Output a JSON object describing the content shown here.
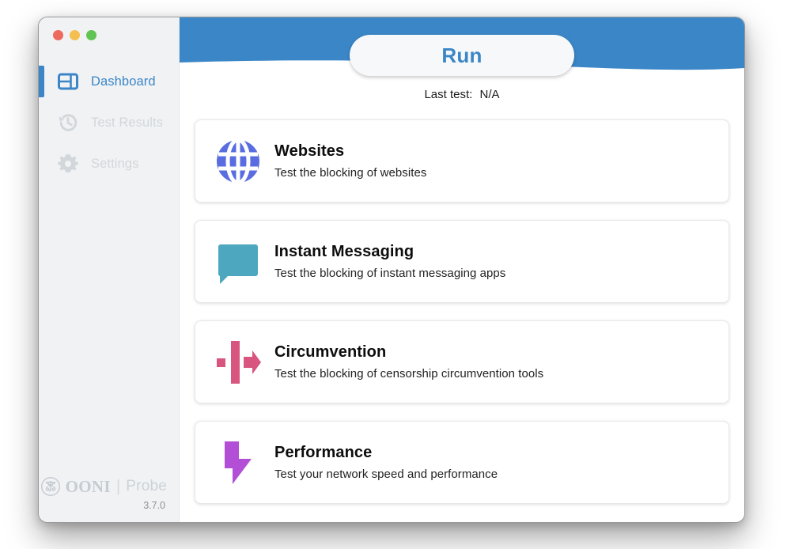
{
  "window": {
    "traffic_lights": [
      {
        "name": "close",
        "color": "#ed6a5e"
      },
      {
        "name": "minimize",
        "color": "#f4bf4f"
      },
      {
        "name": "zoom",
        "color": "#61c454"
      }
    ]
  },
  "sidebar": {
    "items": [
      {
        "label": "Dashboard",
        "icon": "dashboard-icon",
        "active": true
      },
      {
        "label": "Test Results",
        "icon": "history-clock-icon",
        "active": false
      },
      {
        "label": "Settings",
        "icon": "gear-icon",
        "active": false
      }
    ],
    "footer": {
      "logo_icon": "ooni-octopus-icon",
      "brand": "OONI",
      "separator": "|",
      "product": "Probe",
      "version": "3.7.0"
    },
    "active_color": "#3b86c7",
    "inactive_color": "#d2d7db"
  },
  "header": {
    "background_color": "#3b86c7",
    "run_label": "Run",
    "run_text_color": "#3b86c7",
    "last_test_label": "Last test:",
    "last_test_value": "N/A"
  },
  "main": {
    "cards": [
      {
        "title": "Websites",
        "description": "Test the blocking of websites",
        "icon": "globe-icon",
        "icon_color": "#5a6de0"
      },
      {
        "title": "Instant Messaging",
        "description": "Test the blocking of instant messaging apps",
        "icon": "speech-bubble-icon",
        "icon_color": "#4ca7bf"
      },
      {
        "title": "Circumvention",
        "description": "Test the blocking of censorship circumvention tools",
        "icon": "circumvention-arrow-icon",
        "icon_color": "#d8557f"
      },
      {
        "title": "Performance",
        "description": "Test your network speed and performance",
        "icon": "lightning-bolt-icon",
        "icon_color": "#b24fd6"
      }
    ]
  }
}
